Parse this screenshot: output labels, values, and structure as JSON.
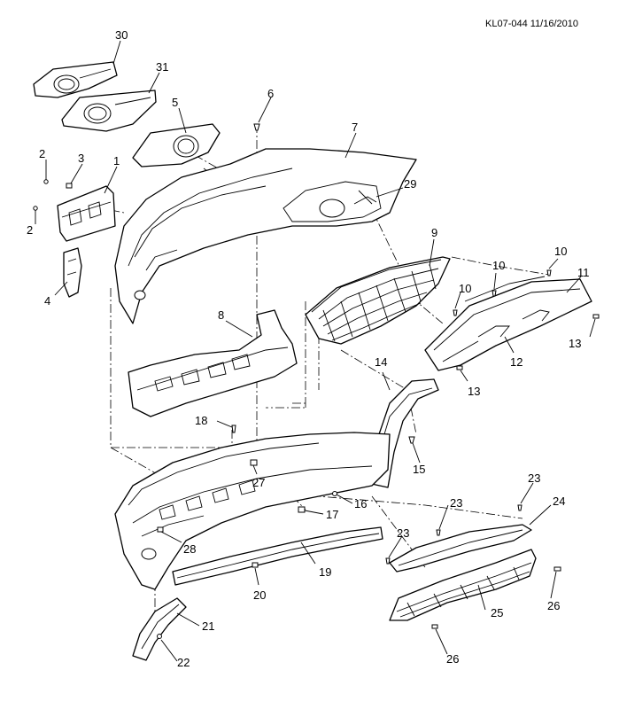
{
  "drawing": {
    "reference": "KL07-044 11/16/2010"
  },
  "callouts": {
    "c1": "1",
    "c2a": "2",
    "c2b": "2",
    "c3": "3",
    "c4": "4",
    "c5": "5",
    "c6": "6",
    "c7": "7",
    "c8": "8",
    "c9": "9",
    "c10a": "10",
    "c10b": "10",
    "c10c": "10",
    "c11": "11",
    "c12": "12",
    "c13a": "13",
    "c13b": "13",
    "c14": "14",
    "c15": "15",
    "c16": "16",
    "c17": "17",
    "c18": "18",
    "c19": "19",
    "c20": "20",
    "c21": "21",
    "c22": "22",
    "c23a": "23",
    "c23b": "23",
    "c23c": "23",
    "c24": "24",
    "c25": "25",
    "c26a": "26",
    "c26b": "26",
    "c27": "27",
    "c28": "28",
    "c29": "29",
    "c30": "30",
    "c31": "31"
  }
}
